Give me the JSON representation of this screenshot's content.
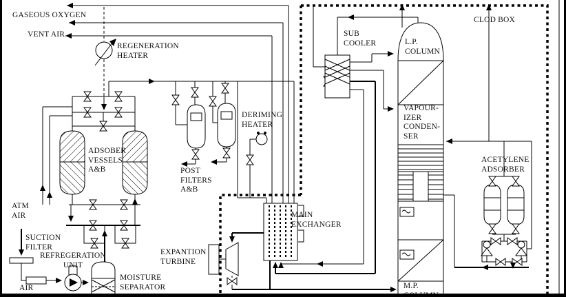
{
  "labels": {
    "gaseous_oxygen": "GASEOUS OXYGEN",
    "vent_air": "VENT AIR",
    "regeneration_heater": "REGENERATION\nHEATER",
    "adsober_vessels": "ADSOBER\nVESSELS\nA&B",
    "post_filters": "POST\nFILTERS\nA&B",
    "deriming_heater": "DERIMING\nHEATER",
    "sub_cooler": "SUB\nCOOLER",
    "lp_column": "L.P.\nCOLUMN",
    "clod_box": "CLOD BOX",
    "vapourizer_condenser": "VAPOUR-\nIZER\nCONDEN-\nSER",
    "acetylene_adsorber": "ACETYLENE\nADSORBER",
    "main_exchanger": "MAIN\nEXCHANGER",
    "expantion_turbine": "EXPANTION\nTURBINE",
    "atm_air": "ATM\nAIR",
    "suction_filter": "SUCTION\nFILTER",
    "refregeration_unit": "REFREGERATION\nUNIT",
    "air": "AIR",
    "moisture_separator": "MOISTURE\nSEPARATOR",
    "mp_column": "M.P.\nCOLUMN"
  },
  "colors": {
    "line": "#000000",
    "background": "#ffffff",
    "cold_box_boundary": "#000000"
  },
  "symbols": [
    "regeneration-heater-icon",
    "adsorber-vessel-a",
    "adsorber-vessel-b",
    "valve-icon",
    "post-filter-a",
    "post-filter-b",
    "deriming-heater-icon",
    "sub-cooler-exchanger",
    "lp-column",
    "vapourizer-condenser-section",
    "mp-column",
    "main-exchanger",
    "expansion-turbine-icon",
    "acetylene-adsorber-a",
    "acetylene-adsorber-b",
    "suction-filter-icon",
    "refrigeration-compressor-icon",
    "moisture-separator-vessel",
    "cold-box-dotted-boundary",
    "flow-arrow"
  ]
}
